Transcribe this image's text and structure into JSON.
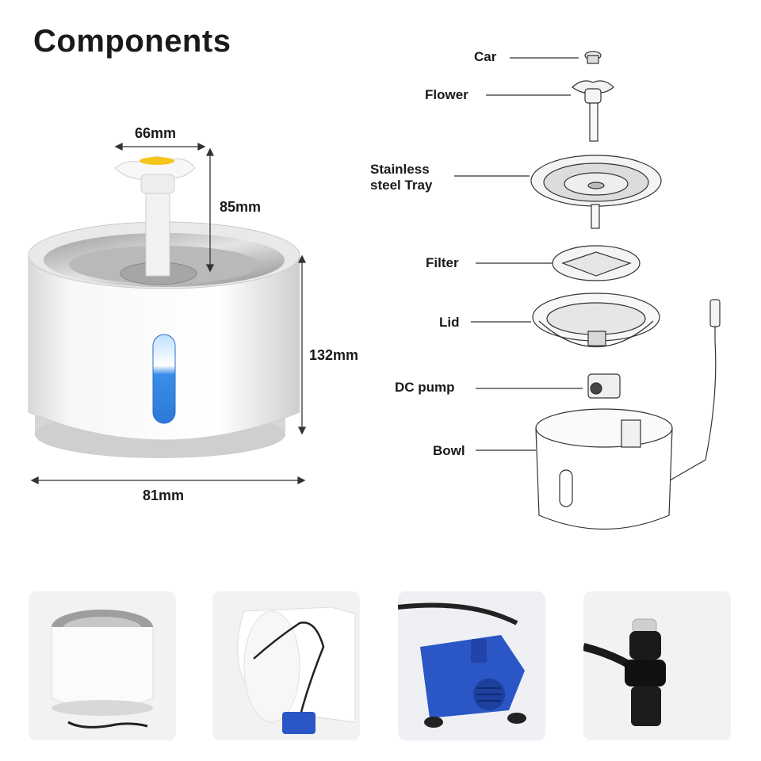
{
  "title": "Components",
  "dimensions": {
    "top_width": "66mm",
    "spout_height": "85mm",
    "body_height": "132mm",
    "base_width": "81mm"
  },
  "parts": [
    {
      "label": "Car"
    },
    {
      "label": "Flower"
    },
    {
      "label": "Stainless steel Tray"
    },
    {
      "label": "Filter"
    },
    {
      "label": "Lid"
    },
    {
      "label": "DC pump"
    },
    {
      "label": "Bowl"
    }
  ],
  "photos": [
    {
      "subject": "assembled-fountain"
    },
    {
      "subject": "bowl-with-pump"
    },
    {
      "subject": "blue-pump"
    },
    {
      "subject": "led-light"
    }
  ],
  "colors": {
    "water_blue": "#3a8ee8",
    "flower_yellow": "#f5c518",
    "pump_blue": "#2a56c6"
  }
}
